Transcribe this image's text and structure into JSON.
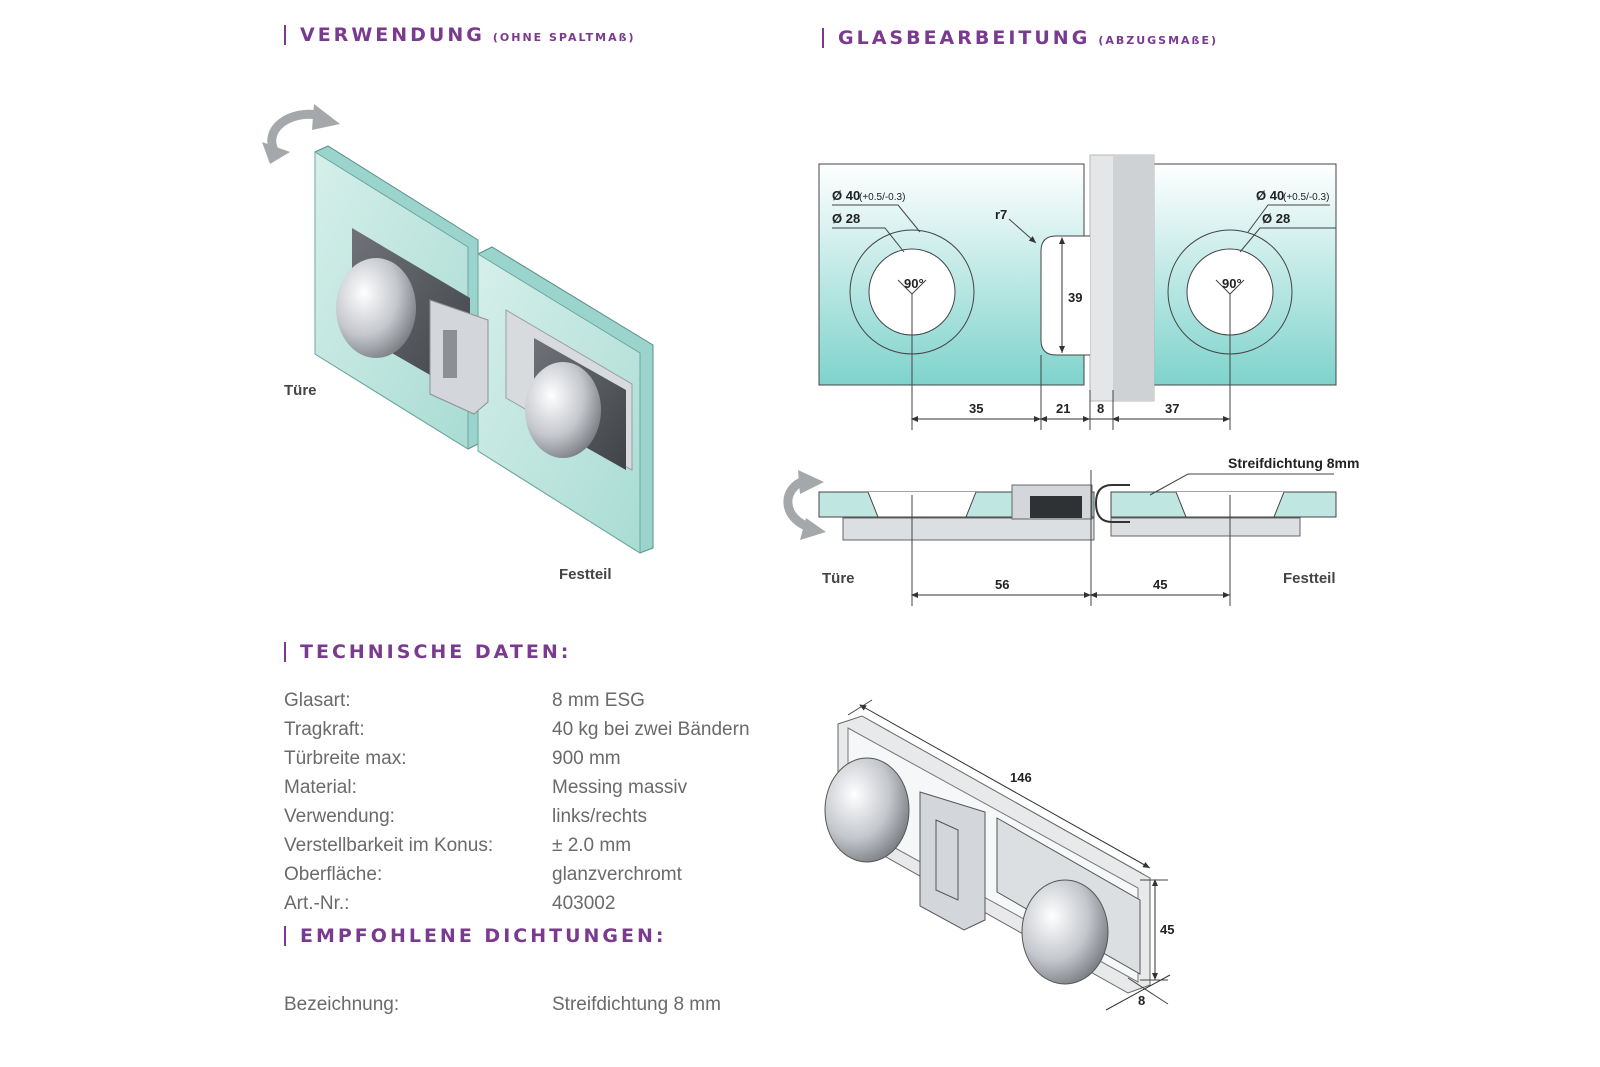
{
  "headings": {
    "verwendung": "VERWENDUNG",
    "verwendung_sub": "(OHNE SPALTMAß)",
    "glas": "GLASBEARBEITUNG",
    "glas_sub": "(ABZUGSMAßE)",
    "tech": "TECHNISCHE DATEN:",
    "dicht": "EMPFOHLENE DICHTUNGEN:"
  },
  "labels": {
    "tuere": "Türe",
    "festteil": "Festteil",
    "streif": "Streifdichtung 8mm"
  },
  "dims": {
    "d40": "Ø 40",
    "tol": "(+0.5/-0.3)",
    "d28": "Ø 28",
    "r7": "r7",
    "angle": "90°",
    "h39": "39",
    "d35": "35",
    "d21": "21",
    "d8": "8",
    "d37": "37",
    "d56": "56",
    "d45": "45",
    "len146": "146",
    "h45": "45",
    "t8": "8"
  },
  "specs": [
    {
      "k": "Glasart:",
      "v": "8 mm ESG"
    },
    {
      "k": "Tragkraft:",
      "v": "40 kg bei zwei Bändern"
    },
    {
      "k": "Türbreite max:",
      "v": "900 mm"
    },
    {
      "k": "Material:",
      "v": "Messing massiv"
    },
    {
      "k": "Verwendung:",
      "v": "links/rechts"
    },
    {
      "k": "Verstellbarkeit im Konus:",
      "v": "± 2.0 mm"
    },
    {
      "k": "Oberfläche:",
      "v": "glanzverchromt"
    },
    {
      "k": "Art.-Nr.:",
      "v": "403002"
    }
  ],
  "seal": {
    "k": "Bezeichnung:",
    "v": "Streifdichtung 8 mm"
  },
  "colors": {
    "accent": "#7a3a8f",
    "glass": "#bfe6e0",
    "chrome": "#c9ccd0"
  }
}
